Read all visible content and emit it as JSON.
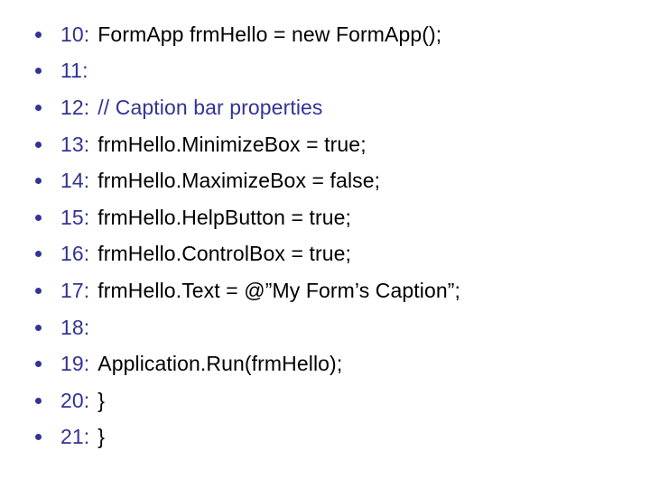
{
  "slide": {
    "colors": {
      "background": "#ffffff",
      "accent": "#323494",
      "code_text": "#000000"
    },
    "bullet_icon": "filled-circle",
    "lines": [
      {
        "number": "10:",
        "code": "FormApp frmHello = new FormApp();",
        "type": "code"
      },
      {
        "number": "11:",
        "code": "",
        "type": "code"
      },
      {
        "number": "12:",
        "code": "// Caption bar properties",
        "type": "comment"
      },
      {
        "number": "13:",
        "code": "frmHello.MinimizeBox = true;",
        "type": "code"
      },
      {
        "number": "14:",
        "code": "frmHello.MaximizeBox = false;",
        "type": "code"
      },
      {
        "number": "15:",
        "code": "frmHello.HelpButton = true;",
        "type": "code"
      },
      {
        "number": "16:",
        "code": "frmHello.ControlBox = true;",
        "type": "code"
      },
      {
        "number": "17:",
        "code": "frmHello.Text = @”My Form’s Caption”;",
        "type": "code"
      },
      {
        "number": "18:",
        "code": "",
        "type": "code"
      },
      {
        "number": "19:",
        "code": "Application.Run(frmHello);",
        "type": "code"
      },
      {
        "number": "20:",
        "code": "}",
        "type": "code"
      },
      {
        "number": "21:",
        "code": "}",
        "type": "code"
      }
    ]
  }
}
